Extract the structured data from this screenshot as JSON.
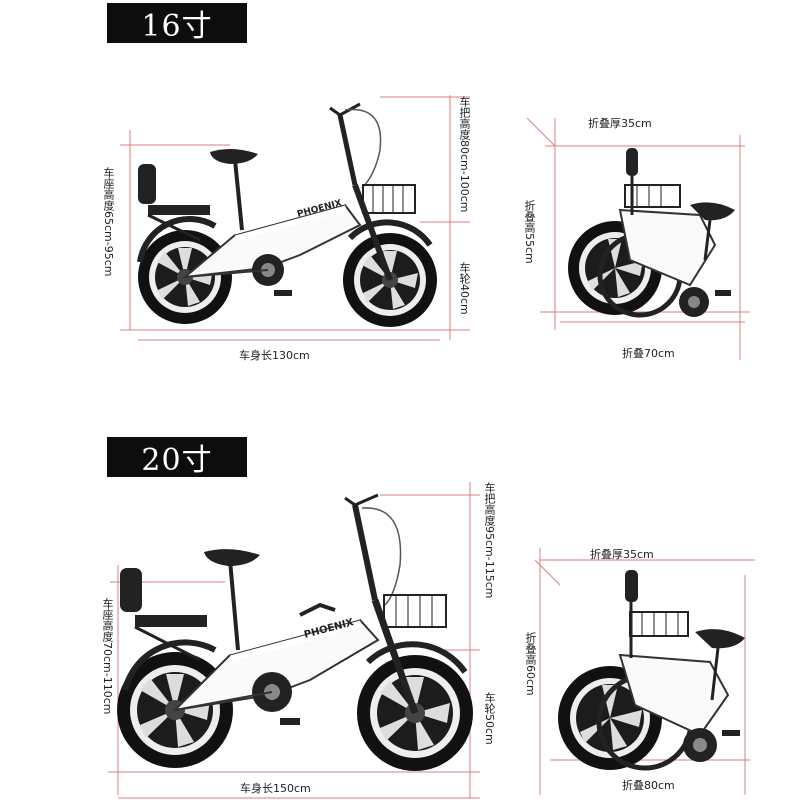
{
  "variants": [
    {
      "size_label": "16寸",
      "body_length": "车身长130cm",
      "seat_height": "车座高度65cm-95cm",
      "handlebar_height": "车把高度80cm-100cm",
      "wheel_size": "车轮40cm",
      "folded_thickness": "折叠厚35cm",
      "folded_height": "折叠高55cm",
      "folded_length": "折叠70cm",
      "brand_decal": "PHOENIX"
    },
    {
      "size_label": "20寸",
      "body_length": "车身长150cm",
      "seat_height": "车座高度70cm-110cm",
      "handlebar_height": "车把高度95cm-115cm",
      "wheel_size": "车轮50cm",
      "folded_thickness": "折叠厚35cm",
      "folded_height": "折叠高60cm",
      "folded_length": "折叠80cm",
      "brand_decal": "PHOENIX"
    }
  ],
  "colors": {
    "measure_line": "#d98080",
    "frame": "#ffffff",
    "tire": "#111111",
    "label_bg": "#0d0d0d"
  }
}
